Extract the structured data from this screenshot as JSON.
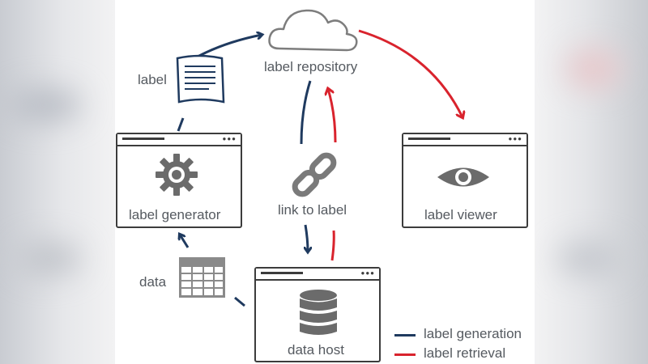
{
  "nodes": {
    "label_repository": "label repository",
    "label_generator": "label generator",
    "label_viewer": "label viewer",
    "data_host": "data host",
    "link_to_label": "link to label",
    "label_doc": "label",
    "data_table": "data"
  },
  "legend": {
    "generation": "label generation",
    "retrieval": "label retrieval"
  },
  "colors": {
    "generation": "#1f3a5f",
    "retrieval": "#d9232d",
    "icon_gray": "#6b6b6b"
  },
  "icons": [
    "cloud-icon",
    "document-icon",
    "gear-icon",
    "chain-link-icon",
    "eye-icon",
    "table-icon",
    "database-icon"
  ]
}
